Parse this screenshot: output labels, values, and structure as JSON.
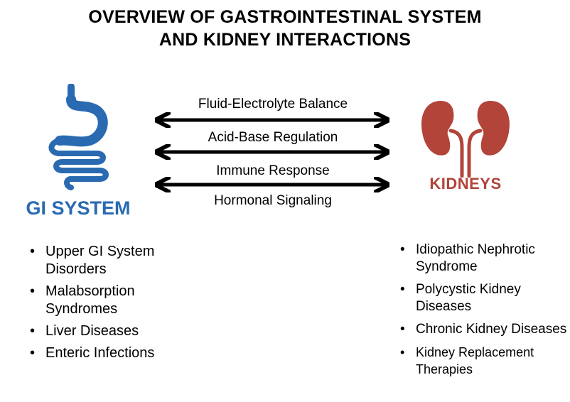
{
  "title": {
    "line1": "OVERVIEW OF GASTROINTESTINAL SYSTEM",
    "line2": "AND KIDNEY INTERACTIONS"
  },
  "left": {
    "label": "GI SYSTEM",
    "icon": "stomach-intestine-icon",
    "items": [
      "Upper GI System Disorders",
      "Malabsorption Syndromes",
      "Liver Diseases",
      "Enteric Infections"
    ]
  },
  "right": {
    "label": "KIDNEYS",
    "icon": "kidneys-icon",
    "items": [
      "Idiopathic Nephrotic Syndrome",
      "Polycystic Kidney Diseases",
      "Chronic Kidney Diseases",
      "Kidney Replacement Therapies"
    ]
  },
  "interactions": [
    "Fluid-Electrolyte Balance",
    "Acid-Base Regulation",
    "Immune Response",
    "Hormonal Signaling"
  ],
  "colors": {
    "gi_blue": "#2a6ab1",
    "kidney_red": "#b2443a",
    "arrow": "#000000"
  }
}
